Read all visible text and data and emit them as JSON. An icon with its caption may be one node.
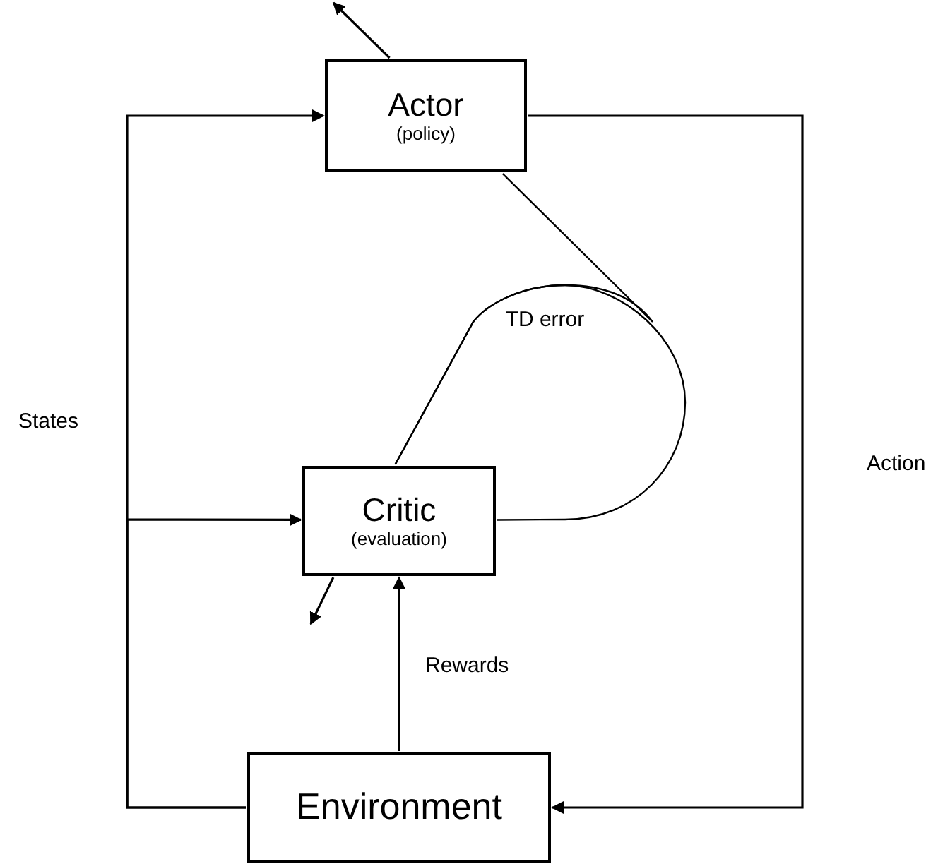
{
  "diagram": {
    "nodes": [
      {
        "text": [
          "Actor",
          "(policy)"
        ]
      },
      {
        "text": [
          "Critic",
          "(evaluation)"
        ]
      },
      {
        "text": [
          "Environment"
        ]
      }
    ],
    "edges": [
      {
        "from": 2,
        "to": 0,
        "label": "States",
        "arrow": "to"
      },
      {
        "from": 2,
        "to": 1,
        "arrow": "to"
      },
      {
        "from": 0,
        "to": 2,
        "label": "Action",
        "arrow": "to"
      },
      {
        "from": 1,
        "to": 0,
        "label": "TD error",
        "arrow": "none"
      },
      {
        "from": 1,
        "to": 1,
        "arrow": "none"
      },
      {
        "from": 2,
        "to": 1,
        "label": "Rewards",
        "arrow": "to"
      },
      {
        "from": 0,
        "to": null,
        "arrow": "to"
      },
      {
        "from": 1,
        "to": null,
        "arrow": "to"
      }
    ]
  }
}
